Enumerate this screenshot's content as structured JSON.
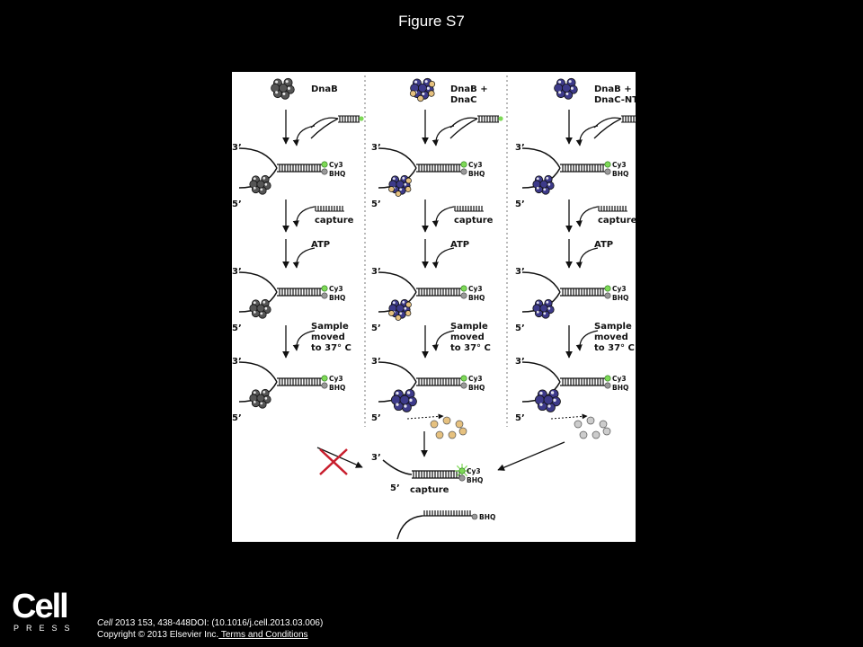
{
  "figure": {
    "title": "Figure S7"
  },
  "diagram": {
    "columns": [
      {
        "protein_label_lines": [
          "DnaB"
        ]
      },
      {
        "protein_label_lines": [
          "DnaB +",
          "DnaC"
        ]
      },
      {
        "protein_label_lines": [
          "DnaB +",
          "DnaC-NTD"
        ]
      }
    ],
    "labels": {
      "prime3": "3’",
      "prime5": "5’",
      "cy3": "Cy3",
      "bhq": "BHQ",
      "capture": "capture",
      "atp": "ATP",
      "move_lines": [
        "Sample",
        "moved",
        "to 37° C"
      ]
    },
    "colors": {
      "dnab_gray": "#555555",
      "dnab_purple": "#3d3a8a",
      "dnac_tan": "#e6c17f",
      "cy3_green": "#7ed957",
      "block_red": "#c81e2d"
    }
  },
  "footer": {
    "logo_main": "Cell",
    "logo_sub": "PRESS",
    "journal": "Cell",
    "citation": " 2013 153, 438-448DOI: (10.1016/j.cell.2013.03.006)",
    "copyright": "Copyright © 2013 Elsevier Inc.",
    "link": " Terms and Conditions"
  }
}
